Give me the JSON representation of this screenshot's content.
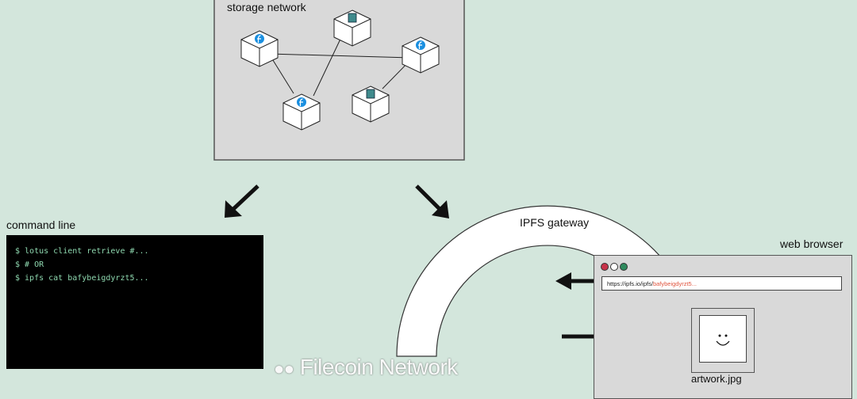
{
  "storage": {
    "label": "storage network"
  },
  "command_line": {
    "label": "command line",
    "lines": [
      "$ lotus client retrieve #...",
      "$ # OR",
      "$ ipfs cat bafybeigdyrzt5..."
    ]
  },
  "gateway": {
    "label": "IPFS gateway"
  },
  "browser": {
    "label": "web browser",
    "url_prefix": "https://ipfs.io/ipfs/",
    "url_hash": "bafybeigdyrzt5...",
    "file_name": "artwork.jpg"
  },
  "watermark": "Filecoin Network",
  "colors": {
    "background": "#d3e6dc",
    "terminal_text": "#8fd9b0",
    "hash": "#e0553f",
    "filecoin_blue": "#1a8fe0",
    "ipfs_teal": "#3f8a8c"
  }
}
